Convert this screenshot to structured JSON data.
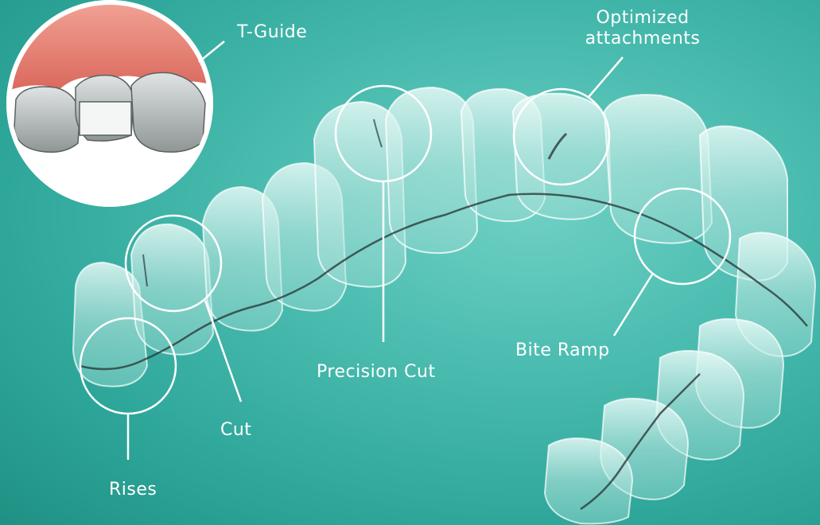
{
  "labels": {
    "t_guide": "T-Guide",
    "optimized_line1": "Optimized",
    "optimized_line2": "attachments",
    "precision_cut": "Precision Cut",
    "bite_ramp": "Bite Ramp",
    "cut": "Cut",
    "rises": "Rises"
  },
  "colors": {
    "background": "#3ab5a8",
    "callout_line": "#ffffff",
    "gum": "#e9897a",
    "tooth": "#bfc4c4"
  }
}
